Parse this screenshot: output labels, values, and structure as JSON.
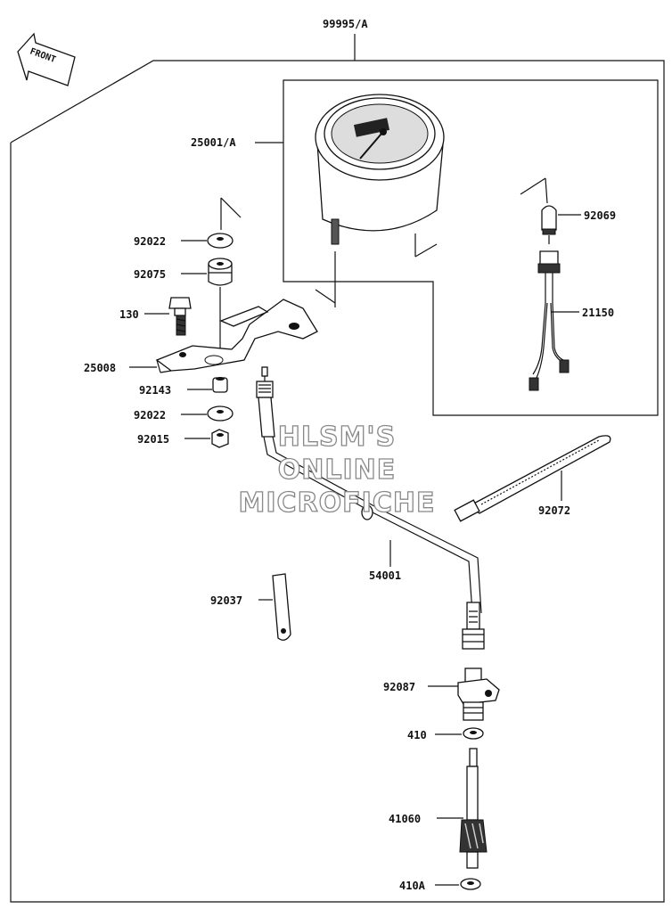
{
  "diagram": {
    "front_label": "FRONT",
    "watermark": [
      "HLSM'S",
      "ONLINE",
      "MICROFICHE"
    ],
    "labels": {
      "assembly": "99995/A",
      "meter": "25001/A",
      "bulb": "92069",
      "wire": "21150",
      "washer_top": "92022",
      "grommet": "92075",
      "bolt": "130",
      "bracket": "25008",
      "collar": "92143",
      "washer_bottom": "92022",
      "nut": "92015",
      "band": "92072",
      "cable": "54001",
      "clamp": "92037",
      "housing": "92087",
      "washer_410": "410",
      "gear": "41060",
      "washer_410a": "410A"
    }
  }
}
